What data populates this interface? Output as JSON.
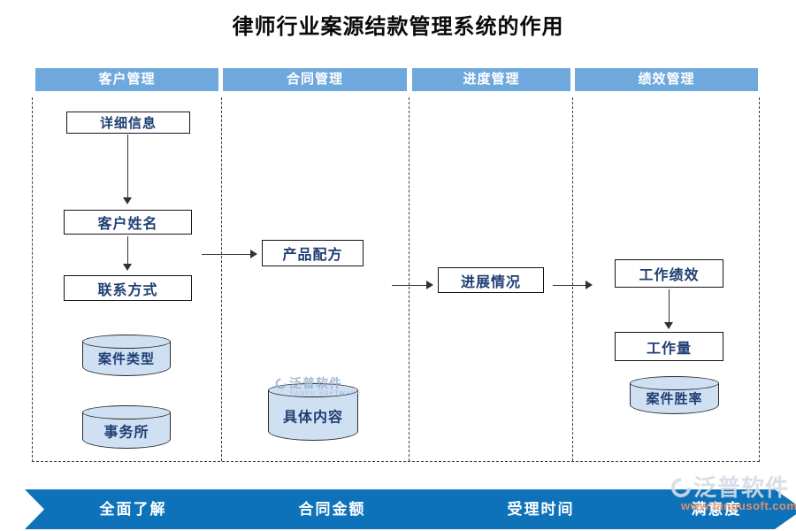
{
  "title": "律师行业案源结款管理系统的作用",
  "colors": {
    "header_blue": "#6fa8dc",
    "ribbon_blue": "#0e72ba",
    "cylinder_fill": "#cfe0f3",
    "node_text": "#1f3f73"
  },
  "columns": [
    {
      "header": "客户管理"
    },
    {
      "header": "合同管理"
    },
    {
      "header": "进度管理"
    },
    {
      "header": "绩效管理"
    }
  ],
  "nodes": {
    "detail_info": "详细信息",
    "customer_name": "客户姓名",
    "contact_method": "联系方式",
    "case_type": "案件类型",
    "law_firm": "事务所",
    "product_formula": "产品配方",
    "specific_content": "具体内容",
    "progress_status": "进展情况",
    "work_performance": "工作绩效",
    "workload": "工作量",
    "case_win_rate": "案件胜率"
  },
  "ribbon": [
    {
      "label": "全面了解"
    },
    {
      "label": "合同金额"
    },
    {
      "label": "受理时间"
    },
    {
      "label": "满意度"
    }
  ],
  "watermarks": {
    "cylinder": {
      "name": "泛普软件",
      "sub": "FANPU SOFTWARE"
    },
    "corner": {
      "name": "泛普软件",
      "url": "www.fanpusoft.com"
    }
  }
}
